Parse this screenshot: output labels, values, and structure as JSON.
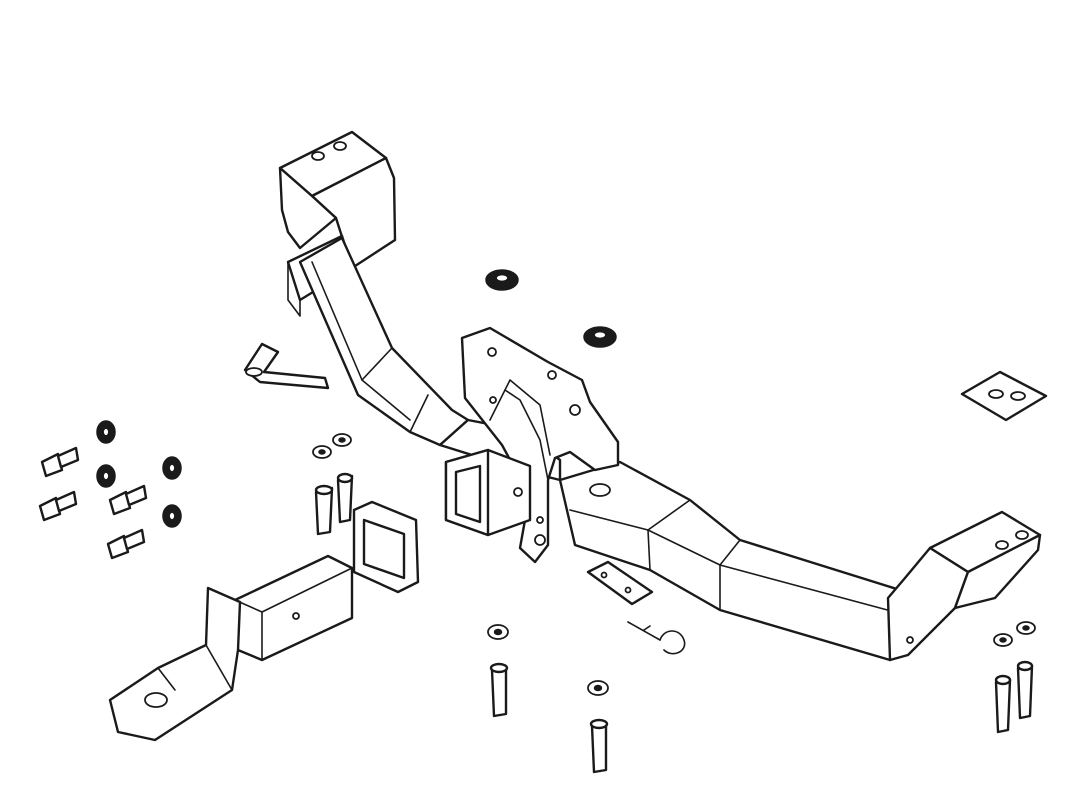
{
  "diagram": {
    "colors": {
      "line": "#1a1a1a",
      "background": "#ffffff"
    },
    "parts": [
      {
        "id": "hitch-crossmember",
        "icon": "crossmember-icon"
      },
      {
        "id": "left-mounting-bracket",
        "icon": "bracket-icon"
      },
      {
        "id": "right-mounting-bracket",
        "icon": "bracket-icon"
      },
      {
        "id": "receiver-tube",
        "icon": "receiver-icon"
      },
      {
        "id": "safety-chain-plate",
        "icon": "chain-plate-icon"
      },
      {
        "id": "ball-mount-drawbar",
        "icon": "drawbar-icon"
      },
      {
        "id": "receiver-trim-collar",
        "icon": "collar-icon"
      },
      {
        "id": "hitch-pin",
        "icon": "pin-icon"
      },
      {
        "id": "hitch-pin-clip",
        "icon": "clip-icon"
      },
      {
        "id": "shim-plate",
        "icon": "shim-icon"
      },
      {
        "id": "wiring-bracket",
        "icon": "tab-bracket-icon"
      },
      {
        "id": "grommets",
        "icon": "grommet-icon",
        "count": 2
      },
      {
        "id": "small-bolts",
        "icon": "bolt-icon",
        "count": 4
      },
      {
        "id": "small-washers",
        "icon": "washer-icon",
        "count": 4
      },
      {
        "id": "carriage-bolts",
        "icon": "bolt-icon",
        "count": 6
      },
      {
        "id": "flange-washers",
        "icon": "washer-icon",
        "count": 6
      }
    ]
  }
}
